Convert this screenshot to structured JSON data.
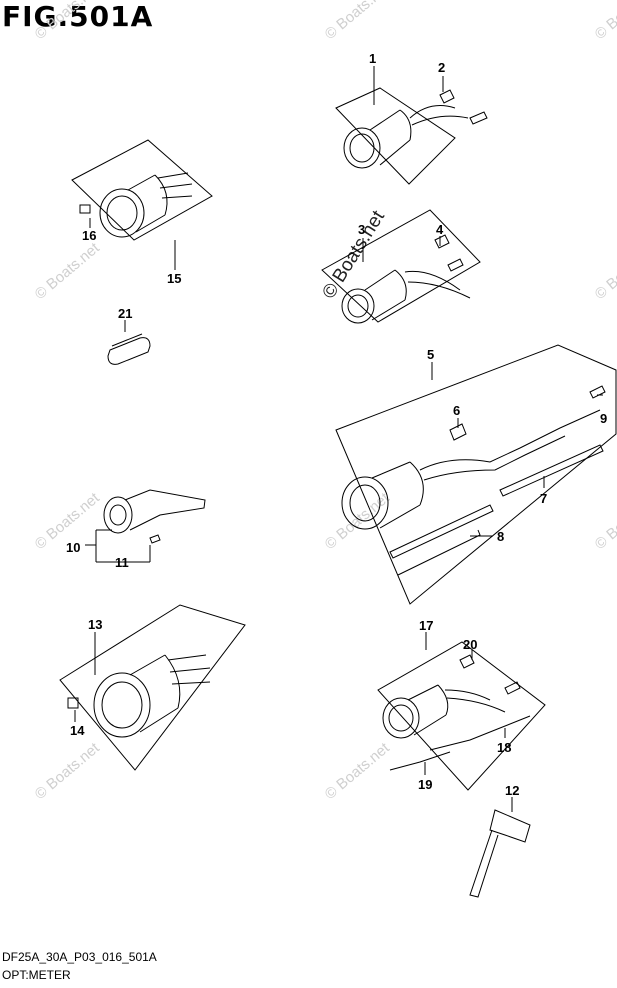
{
  "figure": {
    "title": "FIG.501A",
    "code": "DF25A_30A_P03_016_501A",
    "caption": "OPT:METER"
  },
  "watermark": {
    "text": "© Boats.net",
    "color": "#cfcfcf"
  },
  "callouts": {
    "c1": "1",
    "c2": "2",
    "c3": "3",
    "c4": "4",
    "c5": "5",
    "c6": "6",
    "c7": "7",
    "c8": "8",
    "c9": "9",
    "c10": "10",
    "c11": "11",
    "c12": "12",
    "c13": "13",
    "c14": "14",
    "c15": "15",
    "c16": "16",
    "c17": "17",
    "c18": "18",
    "c19": "19",
    "c20": "20",
    "c21": "21"
  }
}
